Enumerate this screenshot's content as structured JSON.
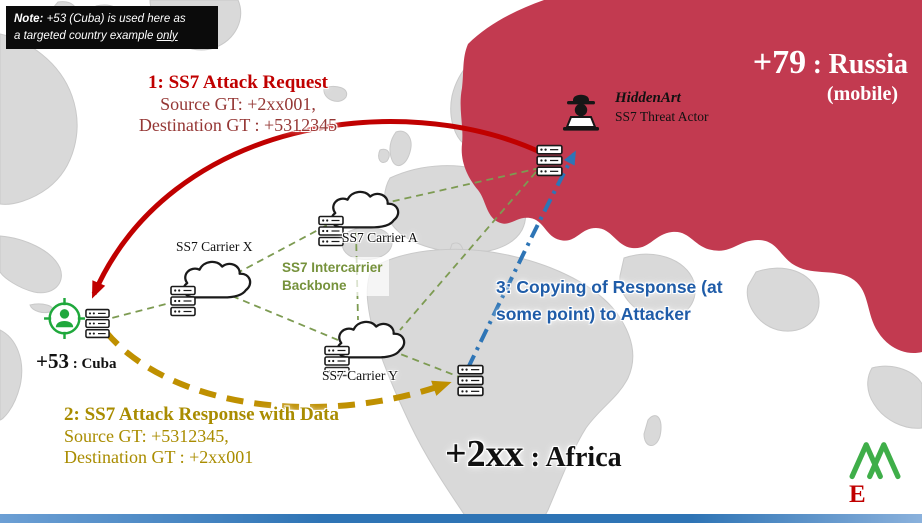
{
  "colors": {
    "map_gray": "#d9d9d9",
    "russia_fill": "#c23a50",
    "attack_red": "#c00000",
    "attack_red_dark": "#953735",
    "response_gold": "#bf9000",
    "response_gold_text": "#a98c00",
    "copy_blue": "#2e75b6",
    "copy_blue_text": "#1f5ca8",
    "backbone_green": "#76923c",
    "target_green": "#1fa83c",
    "logo_green": "#3fae49",
    "bottom_bar_blue": "#2e74b5"
  },
  "note": {
    "label": "Note:",
    "line1_rest": " +53 (Cuba) is used here as",
    "line2_pre": "a targeted country example ",
    "line2_emph": "only"
  },
  "steps": {
    "step1": {
      "title": "1: SS7 Attack Request",
      "line1": "Source GT: +2xx001,",
      "line2": "Destination GT : +5312345"
    },
    "step2": {
      "title": "2: SS7 Attack Response with Data",
      "line1": "Source GT: +5312345,",
      "line2": "Destination GT : +2xx001"
    },
    "step3": {
      "line1": "3: Copying of Response (at",
      "line2": "some point) to Attacker"
    }
  },
  "regions": {
    "russia": {
      "code": "+79",
      "sep": " : ",
      "name": "Russia",
      "qualifier": "(mobile)"
    },
    "cuba": {
      "code": "+53",
      "sep": " : ",
      "name": "Cuba"
    },
    "africa": {
      "code": "+2xx",
      "sep": " : ",
      "name": "Africa"
    }
  },
  "actor": {
    "name": "HiddenArt",
    "role": "SS7 Threat Actor"
  },
  "carriers": {
    "x": {
      "label": "SS7 Carrier X"
    },
    "a": {
      "label": "SS7 Carrier A"
    },
    "y": {
      "label": "SS7 Carrier Y"
    },
    "backbone": {
      "line1": "SS7 Intercarrier",
      "line2": "Backbone"
    }
  },
  "brand": {
    "letter": "E"
  }
}
